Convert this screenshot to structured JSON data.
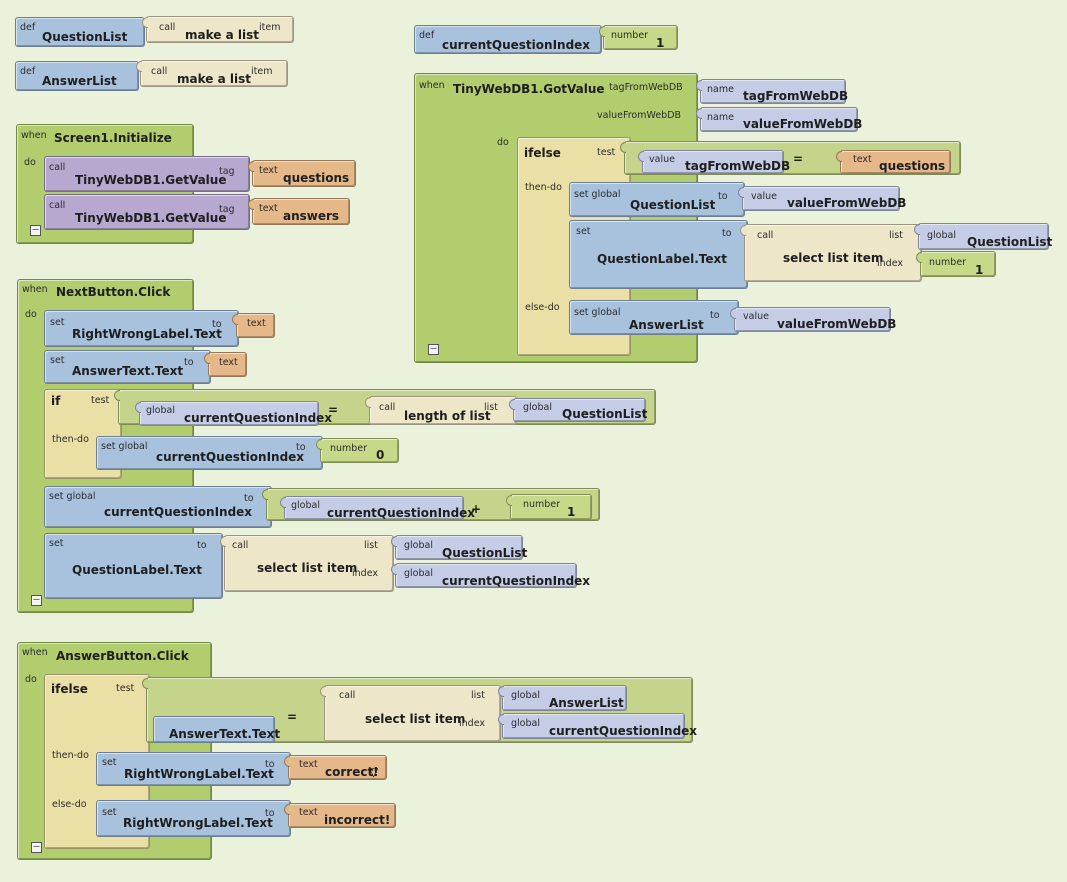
{
  "colors": {
    "workspace": "#eaf2db",
    "procedure": "#a8c2de",
    "text": "#e5b889",
    "number": "#c6d989",
    "control": "#eadfa5",
    "getter": "#c4cce6",
    "event": "#b1cd6e",
    "component": "#b7a8cf"
  },
  "collapse_glyph": "–",
  "icons": {
    "collapse": "collapse-toggle-icon"
  },
  "def_questionlist": {
    "kw": "def",
    "name": "QuestionList",
    "call_kw": "call",
    "proc": "make a list",
    "arg": "item"
  },
  "def_answerlist": {
    "kw": "def",
    "name": "AnswerList",
    "call_kw": "call",
    "proc": "make a list",
    "arg": "item"
  },
  "def_index": {
    "kw": "def",
    "name": "currentQuestionIndex",
    "num_kw": "number",
    "value": "1"
  },
  "screen_init": {
    "when": "when",
    "event": "Screen1.Initialize",
    "do": "do",
    "calls": [
      {
        "call_kw": "call",
        "method": "TinyWebDB1.GetValue",
        "tag_kw": "tag",
        "text_kw": "text",
        "value": "questions"
      },
      {
        "call_kw": "call",
        "method": "TinyWebDB1.GetValue",
        "tag_kw": "tag",
        "text_kw": "text",
        "value": "answers"
      }
    ]
  },
  "gotvalue": {
    "when": "when",
    "event": "TinyWebDB1.GotValue",
    "param1": "tagFromWebDB",
    "param2": "valueFromWebDB",
    "name_kw": "name",
    "do": "do",
    "ifelse": "ifelse",
    "test": "test",
    "value_kw": "value",
    "eq": "=",
    "text_kw": "text",
    "questions": "questions",
    "then_do": "then-do",
    "else_do": "else-do",
    "set_global": "set global",
    "to": "to",
    "qlist": "QuestionList",
    "alist": "AnswerList",
    "set": "set",
    "qlabel": "QuestionLabel.Text",
    "call_kw": "call",
    "select": "select list item",
    "list": "list",
    "index": "index",
    "global": "global",
    "number_kw": "number",
    "one": "1"
  },
  "next": {
    "when": "when",
    "event": "NextButton.Click",
    "do": "do",
    "set": "set",
    "to": "to",
    "text_kw": "text",
    "rwl": "RightWrongLabel.Text",
    "answer_text": "AnswerText.Text",
    "if": "if",
    "test": "test",
    "global": "global",
    "cqi": "currentQuestionIndex",
    "eq": "=",
    "call_kw": "call",
    "length": "length of list",
    "list": "list",
    "qlist": "QuestionList",
    "then_do": "then-do",
    "set_global": "set global",
    "number_kw": "number",
    "zero": "0",
    "plus": "+",
    "one": "1",
    "qlabel": "QuestionLabel.Text",
    "select": "select list item",
    "index": "index"
  },
  "answer": {
    "when": "when",
    "event": "AnswerButton.Click",
    "do": "do",
    "ifelse": "ifelse",
    "test": "test",
    "answer_text": "AnswerText.Text",
    "eq": "=",
    "call_kw": "call",
    "select": "select list item",
    "list": "list",
    "index": "index",
    "global": "global",
    "alist": "AnswerList",
    "cqi": "currentQuestionIndex",
    "then_do": "then-do",
    "else_do": "else-do",
    "set": "set",
    "rwl": "RightWrongLabel.Text",
    "to": "to",
    "text_kw": "text",
    "correct": "correct!",
    "dropdown": "▽",
    "incorrect": "incorrect!"
  }
}
